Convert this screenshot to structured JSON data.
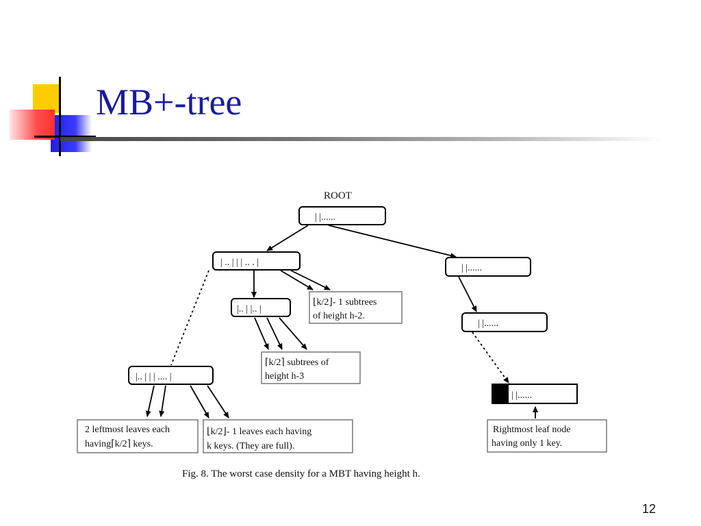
{
  "slide": {
    "title": "MB+-tree",
    "page_number": "12"
  },
  "figure": {
    "root_label": "ROOT",
    "nodes": {
      "root": "|   |......",
      "level1_left": "| .. | | | ..   . |",
      "level1_right": "|   |......",
      "mid_left": "|.. |  |.. |",
      "right_mid": "|   |......",
      "leaf_left": "|.. |  |  | .... |",
      "rightmost_leaf": "|   |......"
    },
    "notes": {
      "subtrees_h2_line1": "⌊k/2⌋- 1  subtrees",
      "subtrees_h2_line2": "of  height h-2.",
      "subtrees_h3_line1": "⌈k/2⌉ subtrees of",
      "subtrees_h3_line2": "height h-3",
      "leftmost_leaves_line1": "2 leftmost leaves each",
      "leftmost_leaves_line2": "having⌈k/2⌉ keys.",
      "full_leaves_line1": "⌊k/2⌋- 1  leaves each having",
      "full_leaves_line2": "k keys. (They are full).",
      "rightmost_line1": "Rightmost leaf node",
      "rightmost_line2": "having only 1 key."
    },
    "caption": "Fig. 8. The worst case density for a MBT having height h."
  }
}
